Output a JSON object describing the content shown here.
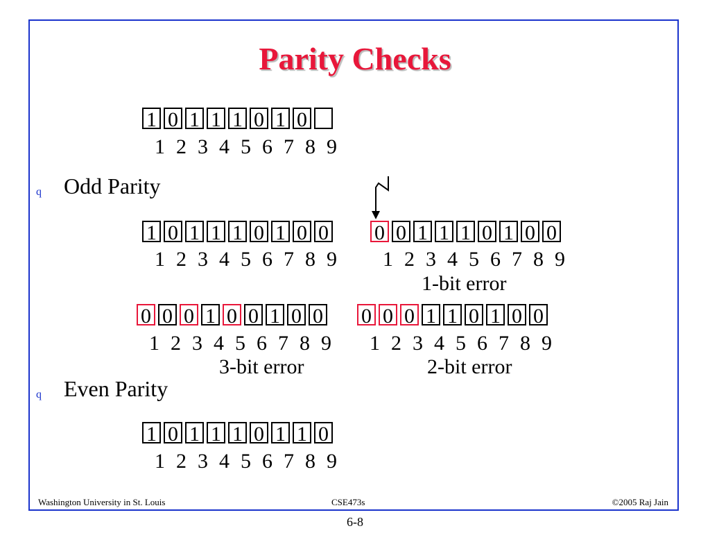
{
  "title": "Parity Checks",
  "bullet_glyph": "q",
  "sections": {
    "odd_label": "Odd Parity",
    "even_label": "Even Parity"
  },
  "rows": {
    "top": {
      "bits": [
        "1",
        "0",
        "1",
        "1",
        "1",
        "0",
        "1",
        "0",
        ""
      ],
      "errors": []
    },
    "odd_left": {
      "bits": [
        "1",
        "0",
        "1",
        "1",
        "1",
        "0",
        "1",
        "0",
        "0"
      ],
      "errors": []
    },
    "odd_right": {
      "bits": [
        "0",
        "0",
        "1",
        "1",
        "1",
        "0",
        "1",
        "0",
        "0"
      ],
      "errors": [
        0
      ]
    },
    "err3": {
      "bits": [
        "0",
        "0",
        "0",
        "1",
        "0",
        "0",
        "1",
        "0",
        "0"
      ],
      "errors": [
        0,
        2,
        4
      ]
    },
    "err2": {
      "bits": [
        "0",
        "0",
        "0",
        "1",
        "1",
        "0",
        "1",
        "0",
        "0"
      ],
      "errors": [
        0,
        1,
        2
      ]
    },
    "even": {
      "bits": [
        "1",
        "0",
        "1",
        "1",
        "1",
        "0",
        "1",
        "1",
        "0"
      ],
      "errors": []
    }
  },
  "positions": [
    "1",
    "2",
    "3",
    "4",
    "5",
    "6",
    "7",
    "8",
    "9"
  ],
  "labels": {
    "one_bit": "1-bit error",
    "three_bit": "3-bit error",
    "two_bit": "2-bit error"
  },
  "footer": {
    "left": "Washington University in St. Louis",
    "center": "CSE473s",
    "right": "©2005 Raj Jain"
  },
  "page_number": "6-8",
  "colors": {
    "title": "#e8173a",
    "frame": "#1a33cc",
    "error_box": "#e8173a"
  }
}
